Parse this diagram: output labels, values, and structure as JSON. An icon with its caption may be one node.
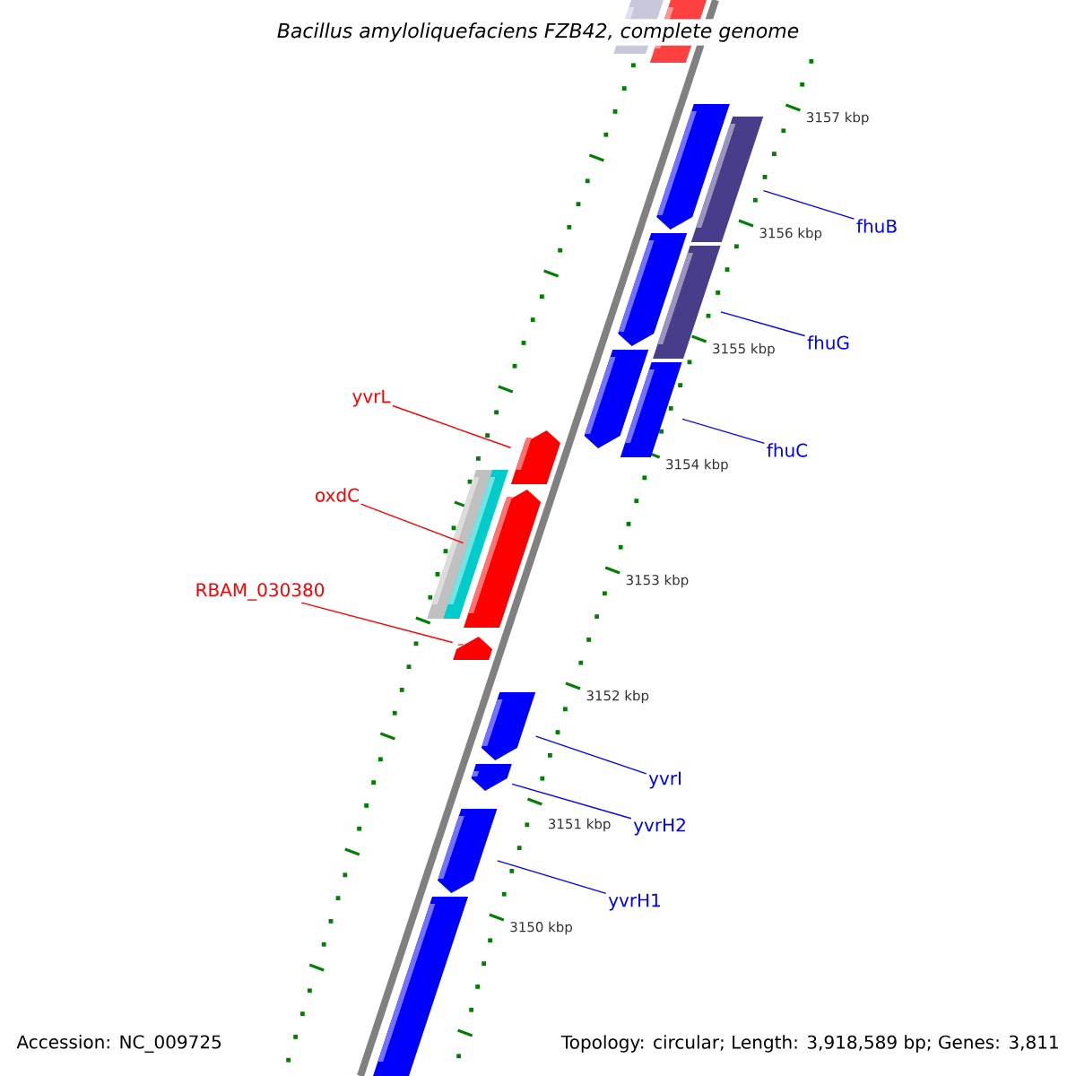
{
  "diagram": {
    "title": "Bacillus amyloliquefaciens FZB42, complete genome",
    "nodes": [
      {
        "text": [
          "fhuB"
        ]
      },
      {
        "text": [
          "fhuG"
        ]
      },
      {
        "text": [
          "yvrL"
        ]
      },
      {
        "text": [
          "fhuC"
        ]
      },
      {
        "text": [
          "oxdC"
        ]
      },
      {
        "text": [
          "RBAM_030380"
        ]
      },
      {
        "text": [
          "yvrI"
        ]
      },
      {
        "text": [
          "yvrH2"
        ]
      },
      {
        "text": [
          "yvrH1"
        ]
      },
      {
        "text": [],
        "shape": "bar"
      },
      {
        "text": [],
        "shape": "bar"
      },
      {
        "text": [],
        "shape": "bar"
      },
      {
        "text": [],
        "shape": "bar"
      },
      {
        "text": [],
        "shape": "bar"
      },
      {
        "text": [],
        "shape": "bar"
      },
      {
        "text": [],
        "shape": "bar"
      },
      {
        "text": [],
        "shape": "bar"
      },
      {
        "text": [],
        "shape": "bar"
      }
    ],
    "edges": [
      {
        "from": 0,
        "to": 9,
        "arrow": "none"
      },
      {
        "from": 1,
        "to": 10,
        "arrow": "none"
      },
      {
        "from": 2,
        "to": 11,
        "arrow": "none",
        "color": "#ff0000"
      },
      {
        "from": 3,
        "to": 12,
        "arrow": "none"
      },
      {
        "from": 4,
        "to": 13,
        "arrow": "none",
        "color": "#ff0000"
      },
      {
        "from": 5,
        "to": 14,
        "arrow": "none",
        "color": "#ff0000"
      },
      {
        "from": 6,
        "to": 15,
        "arrow": "none"
      },
      {
        "from": 7,
        "to": 16,
        "arrow": "none"
      },
      {
        "from": 8,
        "to": 17,
        "arrow": "none"
      }
    ],
    "labels": [
      "3157 kbp",
      "3156 kbp",
      "3155 kbp",
      "3154 kbp",
      "3153 kbp",
      "3152 kbp",
      "3151 kbp",
      "3150 kbp",
      "Accession: NC_009725",
      "Topology: circular; Length: 3,918,589 bp; Genes: 3,811"
    ]
  }
}
